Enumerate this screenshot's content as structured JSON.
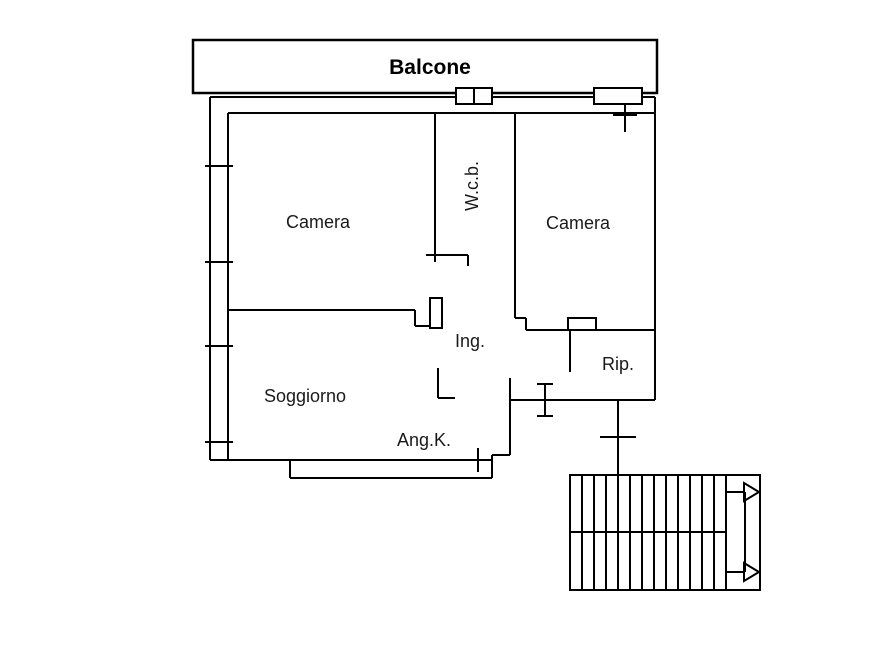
{
  "floorplan": {
    "rooms": {
      "balcone": "Balcone",
      "camera_left": "Camera",
      "wcb": "W.c.b.",
      "camera_right": "Camera",
      "ing": "Ing.",
      "rip": "Rip.",
      "soggiorno": "Soggiorno",
      "ang_k": "Ang.K."
    },
    "colors": {
      "line": "#000000",
      "background": "#ffffff"
    }
  }
}
